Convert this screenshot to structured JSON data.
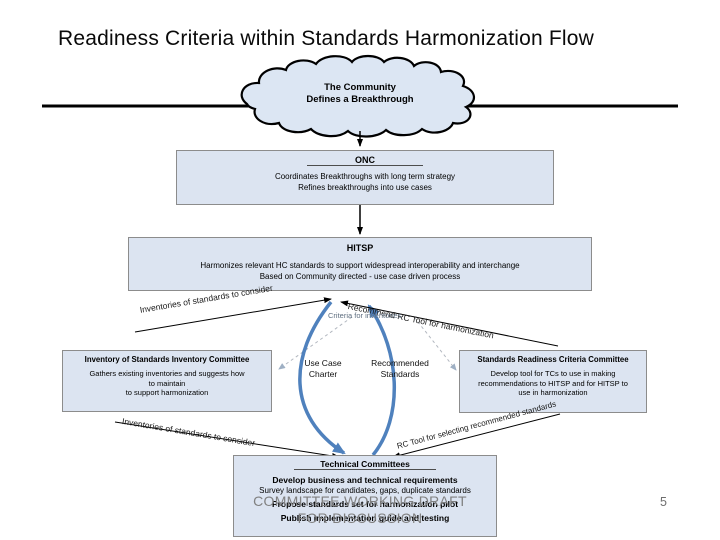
{
  "slide": {
    "title": "Readiness Criteria within Standards Harmonization Flow",
    "page_number": "5",
    "footer_line1": "COMMITTEE WORKING DRAFT",
    "footer_line2": "FOR DISCUSSION"
  },
  "colors": {
    "box_fill": "#dce4f1",
    "box_border": "#8c8c8c",
    "arrow_blue": "#4f81bd",
    "footer_gray": "#808080"
  },
  "cloud": {
    "line1": "The Community",
    "line2": "Defines a Breakthrough"
  },
  "nodes": {
    "onc": {
      "title": "ONC",
      "lines": [
        "Coordinates Breakthroughs with long term strategy",
        "Refines breakthroughs into use cases"
      ]
    },
    "hitsp": {
      "title": "HITSP",
      "lines": [
        "Harmonizes relevant HC standards to support widespread interoperability and interchange",
        "Based on Community directed - use case driven process"
      ]
    },
    "inventory_committee": {
      "title": "Inventory of Standards Inventory Committee",
      "lines": [
        "Gathers existing inventories and suggests how",
        "to maintain",
        "to support harmonization"
      ]
    },
    "readiness_committee": {
      "title": "Standards Readiness Criteria Committee",
      "lines": [
        "Develop tool for TCs to use in making",
        "recommendations to HITSP and for HITSP to",
        "use in harmonization"
      ]
    },
    "technical_committees": {
      "title": "Technical Committees",
      "lines": [
        "Develop business and technical requirements",
        "Survey landscape for candidates, gaps, duplicate standards",
        "Propose standards set for harmonization pilot",
        "Publish implementation guide and testing"
      ]
    }
  },
  "arrow_labels": {
    "top_left": "Inventories of standards to consider",
    "top_right": "Recommend RC Tool for harmonization",
    "center": "Criteria for inventories",
    "use_case_1": "Use Case",
    "use_case_2": "Charter",
    "recommended_1": "Recommended",
    "recommended_2": "Standards",
    "bottom_left": "Inventories of standards to consider",
    "bottom_right": "RC Tool for selecting recommended standards"
  }
}
